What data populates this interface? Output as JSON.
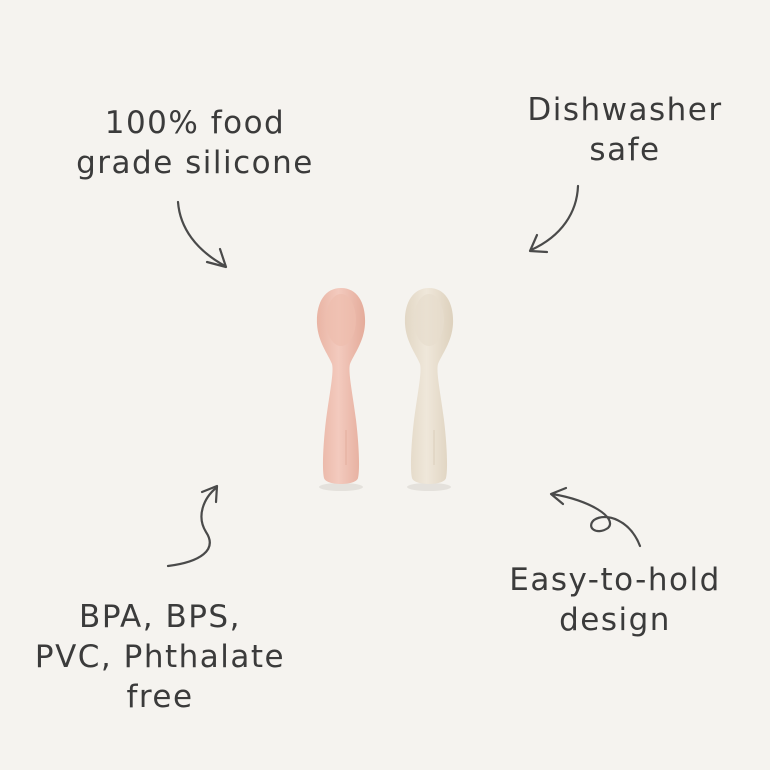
{
  "notes": {
    "food": {
      "line1": "100% food",
      "line2": "grade silicone"
    },
    "dishwasher": {
      "line1": "Dishwasher",
      "line2": "safe"
    },
    "bpa": {
      "line1": "BPA, BPS,",
      "line2": "PVC, Phthalate",
      "line3": "free"
    },
    "easy": {
      "line1": "Easy-to-hold",
      "line2": "design"
    }
  },
  "colors": {
    "background": "#f5f3ef",
    "ink": "#3b3b3b",
    "spoon_pink": "#f0c6b8",
    "spoon_cream": "#ece3d4"
  },
  "icons": {
    "arrow_food": "arrow-curve-down-right",
    "arrow_dish": "arrow-curve-down-left",
    "arrow_bpa": "arrow-squiggle-up-right",
    "arrow_easy": "arrow-loop-up-left"
  }
}
